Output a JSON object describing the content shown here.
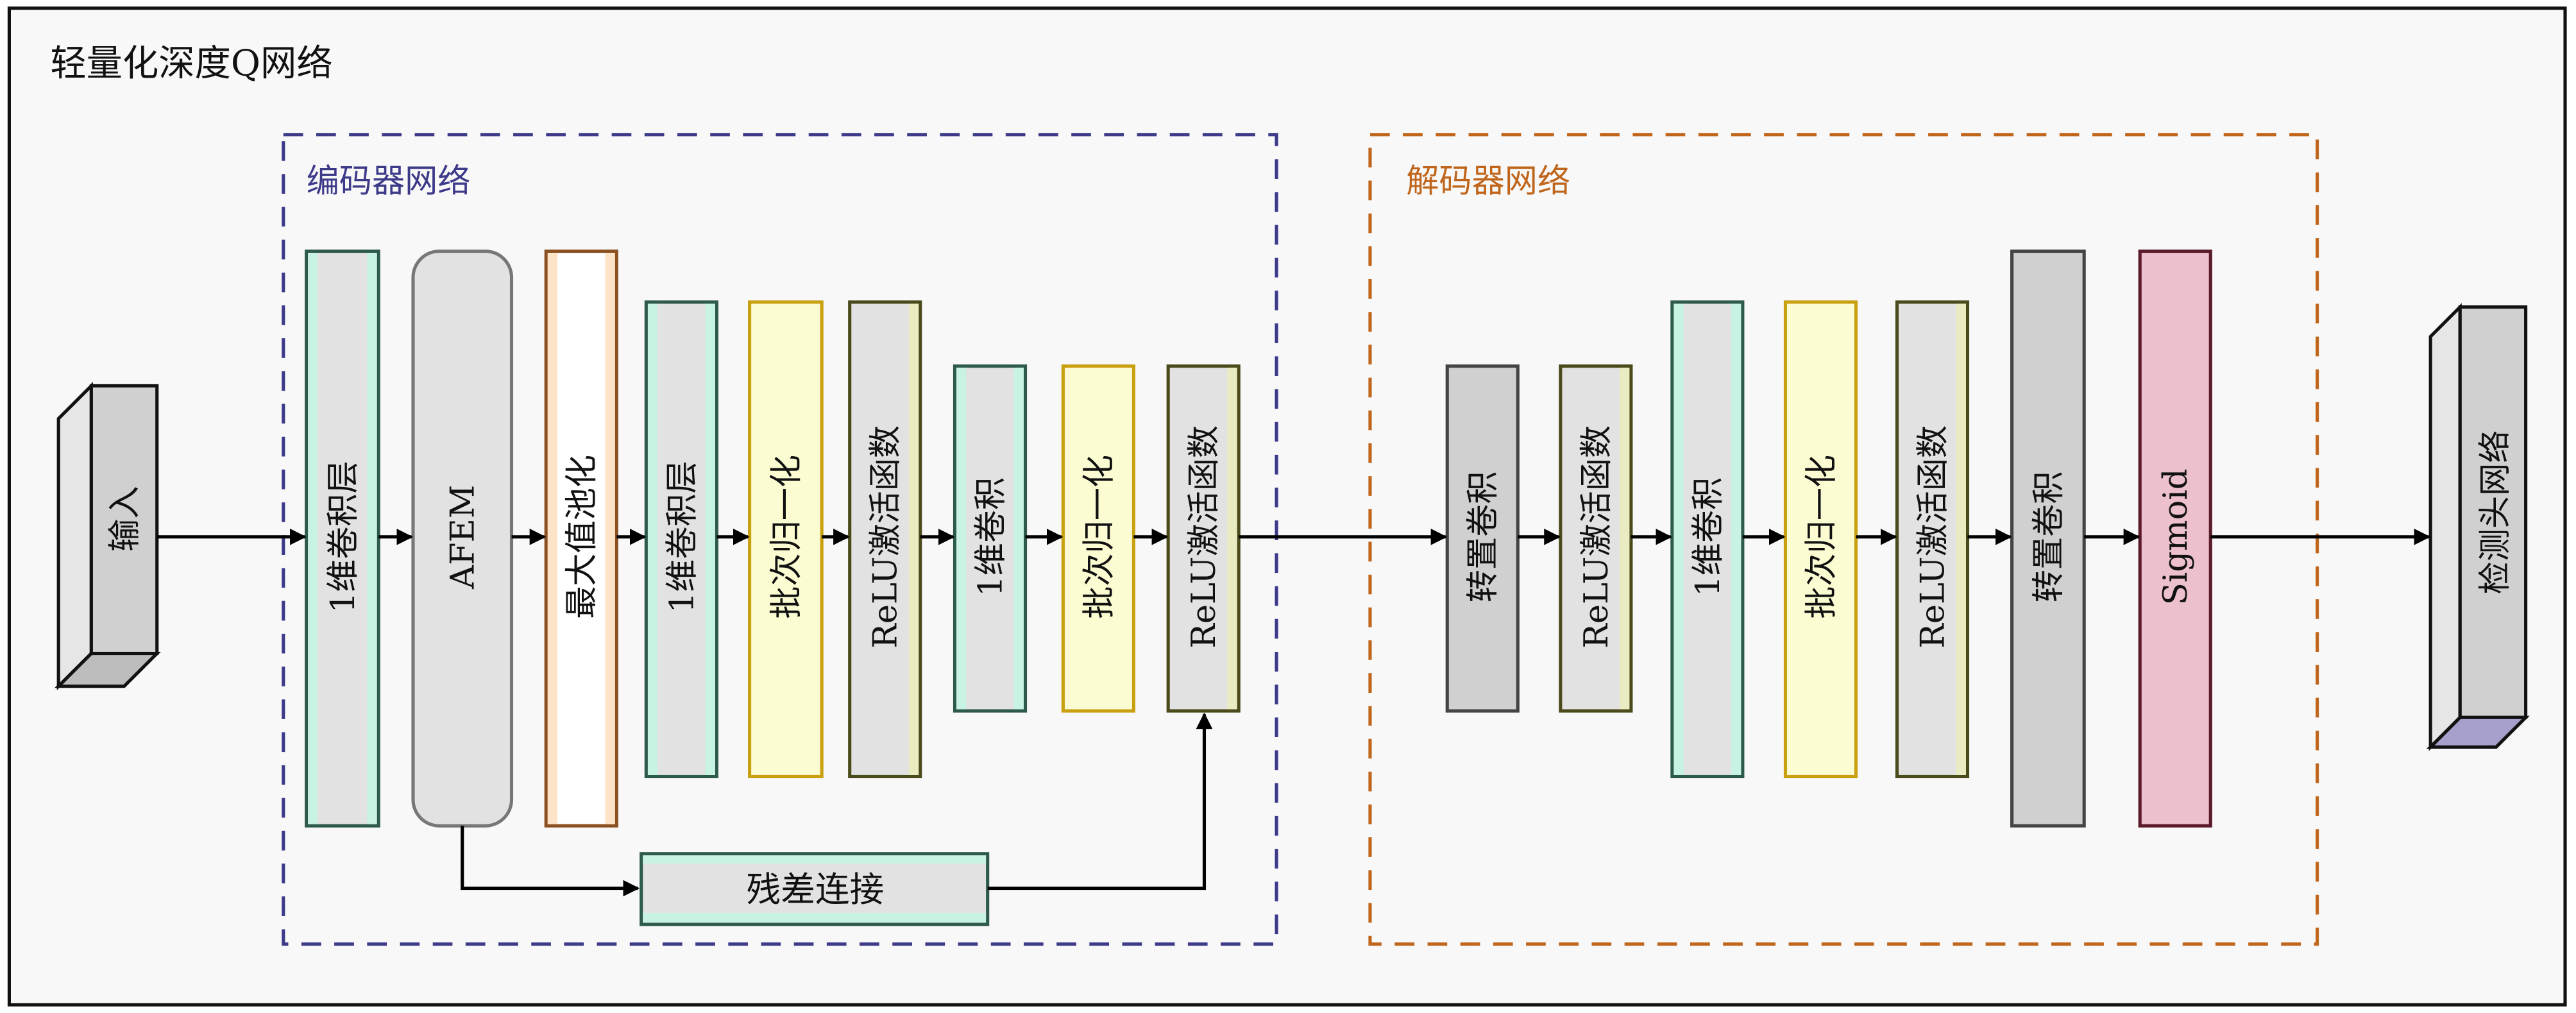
{
  "title": "轻量化深度Q网络",
  "colors": {
    "frame": "#111111",
    "background": "#f8f8f8",
    "encoder_border": "#3d3a8a",
    "decoder_border": "#c0661c",
    "conv_stripe": "#c8f2e2",
    "conv_border": "#2e5a4c",
    "bn_fill": "#fcfcd2",
    "bn_border": "#c8a010",
    "relu_stripe": "#e8ecc0",
    "relu_border": "#4a4a1a",
    "pool_border": "#8a5020",
    "pool_stripe": "#fde4c8",
    "sigmoid_fill": "#ecc0cc",
    "sigmoid_border": "#5a1a2a",
    "gray_fill": "#e2e2e2",
    "dark_gray_fill": "#d0d0d0",
    "output_bottom": "#a8a0cc"
  },
  "input": {
    "label": "输入"
  },
  "output": {
    "label": "检测头网络"
  },
  "encoder": {
    "label": "编码器网络",
    "blocks": [
      {
        "id": "enc-conv1",
        "label": "1维卷积层",
        "type": "conv"
      },
      {
        "id": "enc-afem",
        "label": "AFEM",
        "type": "afem"
      },
      {
        "id": "enc-maxpool",
        "label": "最大值池化",
        "type": "pool"
      },
      {
        "id": "enc-conv2",
        "label": "1维卷积层",
        "type": "conv"
      },
      {
        "id": "enc-bn1",
        "label": "批次归一化",
        "type": "bn"
      },
      {
        "id": "enc-relu1",
        "label": "ReLU激活函数",
        "type": "relu"
      },
      {
        "id": "enc-conv3",
        "label": "1维卷积",
        "type": "conv"
      },
      {
        "id": "enc-bn2",
        "label": "批次归一化",
        "type": "bn"
      },
      {
        "id": "enc-relu2",
        "label": "ReLU激活函数",
        "type": "relu"
      }
    ],
    "residual": {
      "label": "残差连接"
    }
  },
  "decoder": {
    "label": "解码器网络",
    "blocks": [
      {
        "id": "dec-tconv1",
        "label": "转置卷积",
        "type": "tconv"
      },
      {
        "id": "dec-relu1",
        "label": "ReLU激活函数",
        "type": "relu"
      },
      {
        "id": "dec-conv1",
        "label": "1维卷积",
        "type": "conv"
      },
      {
        "id": "dec-bn1",
        "label": "批次归一化",
        "type": "bn"
      },
      {
        "id": "dec-relu2",
        "label": "ReLU激活函数",
        "type": "relu"
      },
      {
        "id": "dec-tconv2",
        "label": "转置卷积",
        "type": "tconv"
      },
      {
        "id": "dec-sigmoid",
        "label": "Sigmoid",
        "type": "sigmoid"
      }
    ]
  }
}
